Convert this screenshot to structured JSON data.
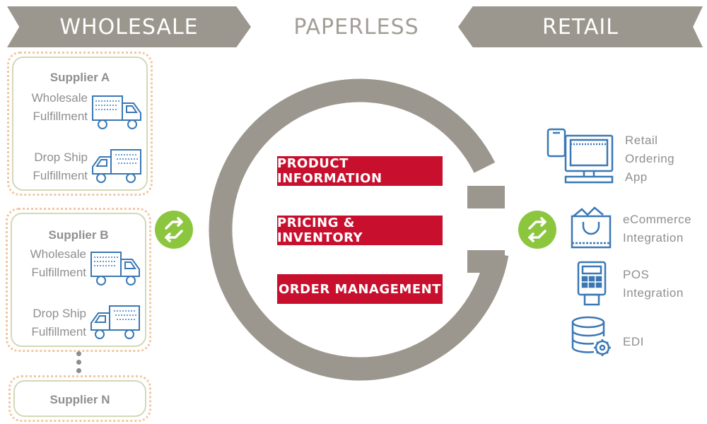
{
  "header": {
    "left": "WHOLESALE",
    "center": "PAPERLESS",
    "right": "RETAIL"
  },
  "suppliers": [
    {
      "name": "Supplier A",
      "fulfillment": [
        {
          "line1": "Wholesale",
          "line2": "Fulfillment"
        },
        {
          "line1": "Drop Ship",
          "line2": "Fulfillment"
        }
      ]
    },
    {
      "name": "Supplier B",
      "fulfillment": [
        {
          "line1": "Wholesale",
          "line2": "Fulfillment"
        },
        {
          "line1": "Drop Ship",
          "line2": "Fulfillment"
        }
      ]
    },
    {
      "name": "Supplier N"
    }
  ],
  "core": {
    "features": [
      "PRODUCT INFORMATION",
      "PRICING & INVENTORY",
      "ORDER MANAGEMENT"
    ]
  },
  "retail": {
    "channels": [
      {
        "lines": [
          "Retail",
          "Ordering",
          "App"
        ],
        "icon": "computer-phone-icon"
      },
      {
        "lines": [
          "eCommerce",
          "Integration"
        ],
        "icon": "shopping-bag-icon"
      },
      {
        "lines": [
          "POS",
          "Integration"
        ],
        "icon": "pos-terminal-icon"
      },
      {
        "lines": [
          "EDI"
        ],
        "icon": "database-gear-icon"
      }
    ]
  },
  "colors": {
    "banner": "#9c978e",
    "ring": "#9c978e",
    "accent_red": "#c8102e",
    "sync_green": "#8cc63f",
    "icon_blue": "#3a78b5"
  }
}
